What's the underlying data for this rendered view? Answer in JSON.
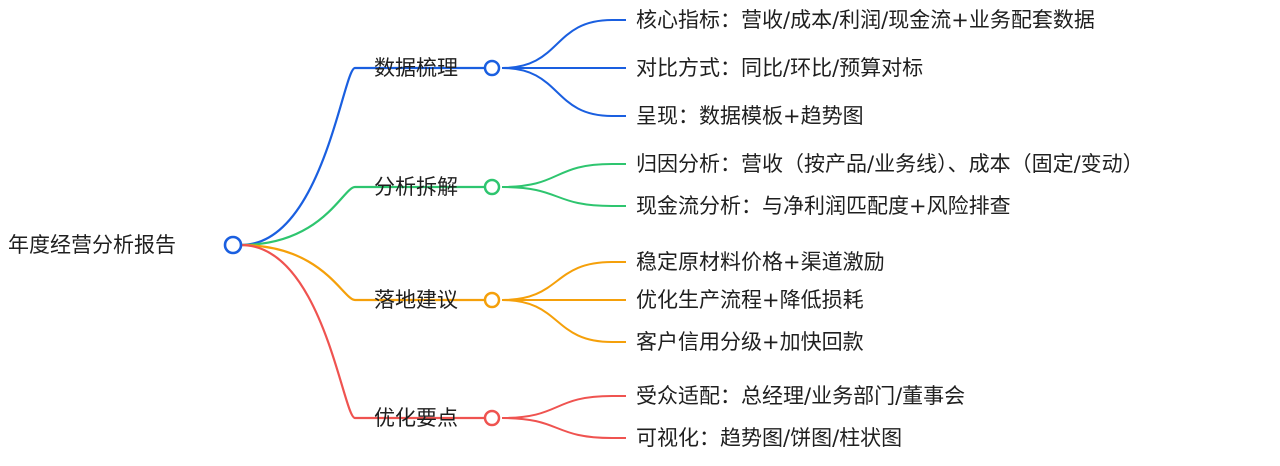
{
  "root": {
    "label": "年度经营分析报告",
    "color": "#1a5fe0"
  },
  "branches": [
    {
      "label": "数据梳理",
      "color": "#1a5fe0",
      "children": [
        "核心指标：营收/成本/利润/现金流+业务配套数据",
        "对比方式：同比/环比/预算对标",
        "呈现：数据模板+趋势图"
      ]
    },
    {
      "label": "分析拆解",
      "color": "#2ec56f",
      "children": [
        "归因分析：营收（按产品/业务线）、成本（固定/变动）",
        "现金流分析：与净利润匹配度+风险排查"
      ]
    },
    {
      "label": "落地建议",
      "color": "#f5a00a",
      "children": [
        "稳定原材料价格+渠道激励",
        "优化生产流程+降低损耗",
        "客户信用分级+加快回款"
      ]
    },
    {
      "label": "优化要点",
      "color": "#ef5350",
      "children": [
        "受众适配：总经理/业务部门/董事会",
        "可视化：趋势图/饼图/柱状图"
      ]
    }
  ]
}
